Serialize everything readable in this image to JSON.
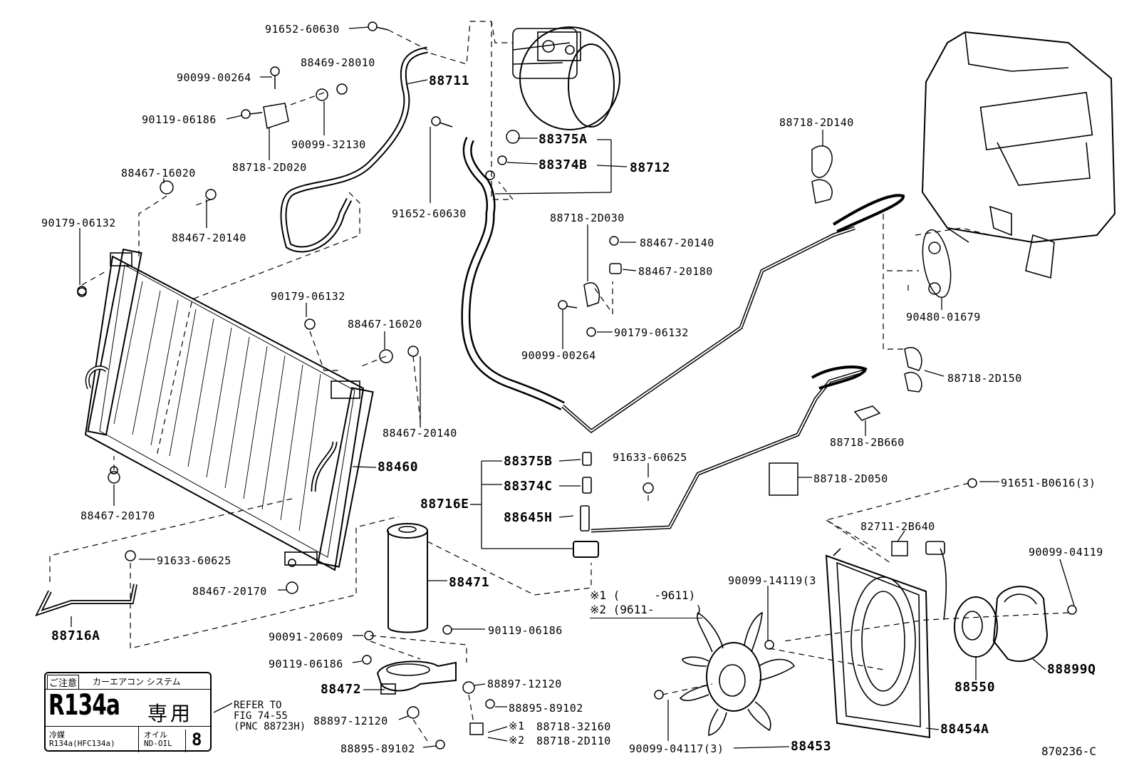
{
  "labels": {
    "p91652_60630_a": "91652-60630",
    "p88711": "88711",
    "p88469_28010": "88469-28010",
    "p90099_00264_a": "90099-00264",
    "p90119_06186_a": "90119-06186",
    "p90099_32130": "90099-32130",
    "p88718_2D020": "88718-2D020",
    "p88467_16020_a": "88467-16020",
    "p90179_06132_a": "90179-06132",
    "p88467_20140_a": "88467-20140",
    "p91652_60630_b": "91652-60630",
    "p88375A": "88375A",
    "p88374B": "88374B",
    "p88712": "88712",
    "p88718_2D140": "88718-2D140",
    "p88718_2D030": "88718-2D030",
    "p88467_20140_b": "88467-20140",
    "p88467_20180": "88467-20180",
    "p90179_06132_b": "90179-06132",
    "p90099_00264_b": "90099-00264",
    "p90179_06132_c": "90179-06132",
    "p90480_01679": "90480-01679",
    "p88467_16020_b": "88467-16020",
    "p88467_20140_c": "88467-20140",
    "p88718_2D150": "88718-2D150",
    "p88718_2B660": "88718-2B660",
    "p88460": "88460",
    "p88375B": "88375B",
    "p91633_60625_a": "91633-60625",
    "p88374C": "88374C",
    "p88716E": "88716E",
    "p88645H": "88645H",
    "p88718_2D050": "88718-2D050",
    "p91651_B0616": "91651-B0616(3)",
    "p88467_20170_a": "88467-20170",
    "p82711_2B640": "82711-2B640",
    "p91633_60625_b": "91633-60625",
    "p90099_04119": "90099-04119",
    "p88467_20170_b": "88467-20170",
    "p88471": "88471",
    "p90099_14119": "90099-14119(3",
    "p88716A": "88716A",
    "p90091_20609": "90091-20609",
    "p90119_06186_b": "90119-06186",
    "p90119_06186_c": "90119-06186",
    "p88472": "88472",
    "p88897_12120_a": "88897-12120",
    "p88895_89102_a": "88895-89102",
    "p88897_12120_b": "88897-12120",
    "p88718_32160": "88718-32160",
    "p88895_89102_b": "88895-89102",
    "p88718_2D110": "88718-2D110",
    "p90099_04117": "90099-04117(3)",
    "p88453": "88453",
    "p88550": "88550",
    "p88899Q": "88899Q",
    "p88454A": "88454A",
    "mark1": "※1",
    "mark2": "※2"
  },
  "notes": {
    "line1": "※1 (     -9611)",
    "line2": "※2 (9611-      )"
  },
  "refrigerant_label": {
    "caution": "ご注意",
    "system": "カーエアコン システム",
    "refrigerant": "R134a",
    "exclusive": "専用",
    "coolant_title": "冷媒",
    "coolant_value": "R134a(HFC134a)",
    "oil_title": "オイル",
    "oil_value": "ND-OIL",
    "oil_number": "8"
  },
  "refer": {
    "line1": "REFER TO",
    "line2": "FIG 74-55",
    "line3": "(PNC 88723H)"
  },
  "drawing_code": "870236-C"
}
